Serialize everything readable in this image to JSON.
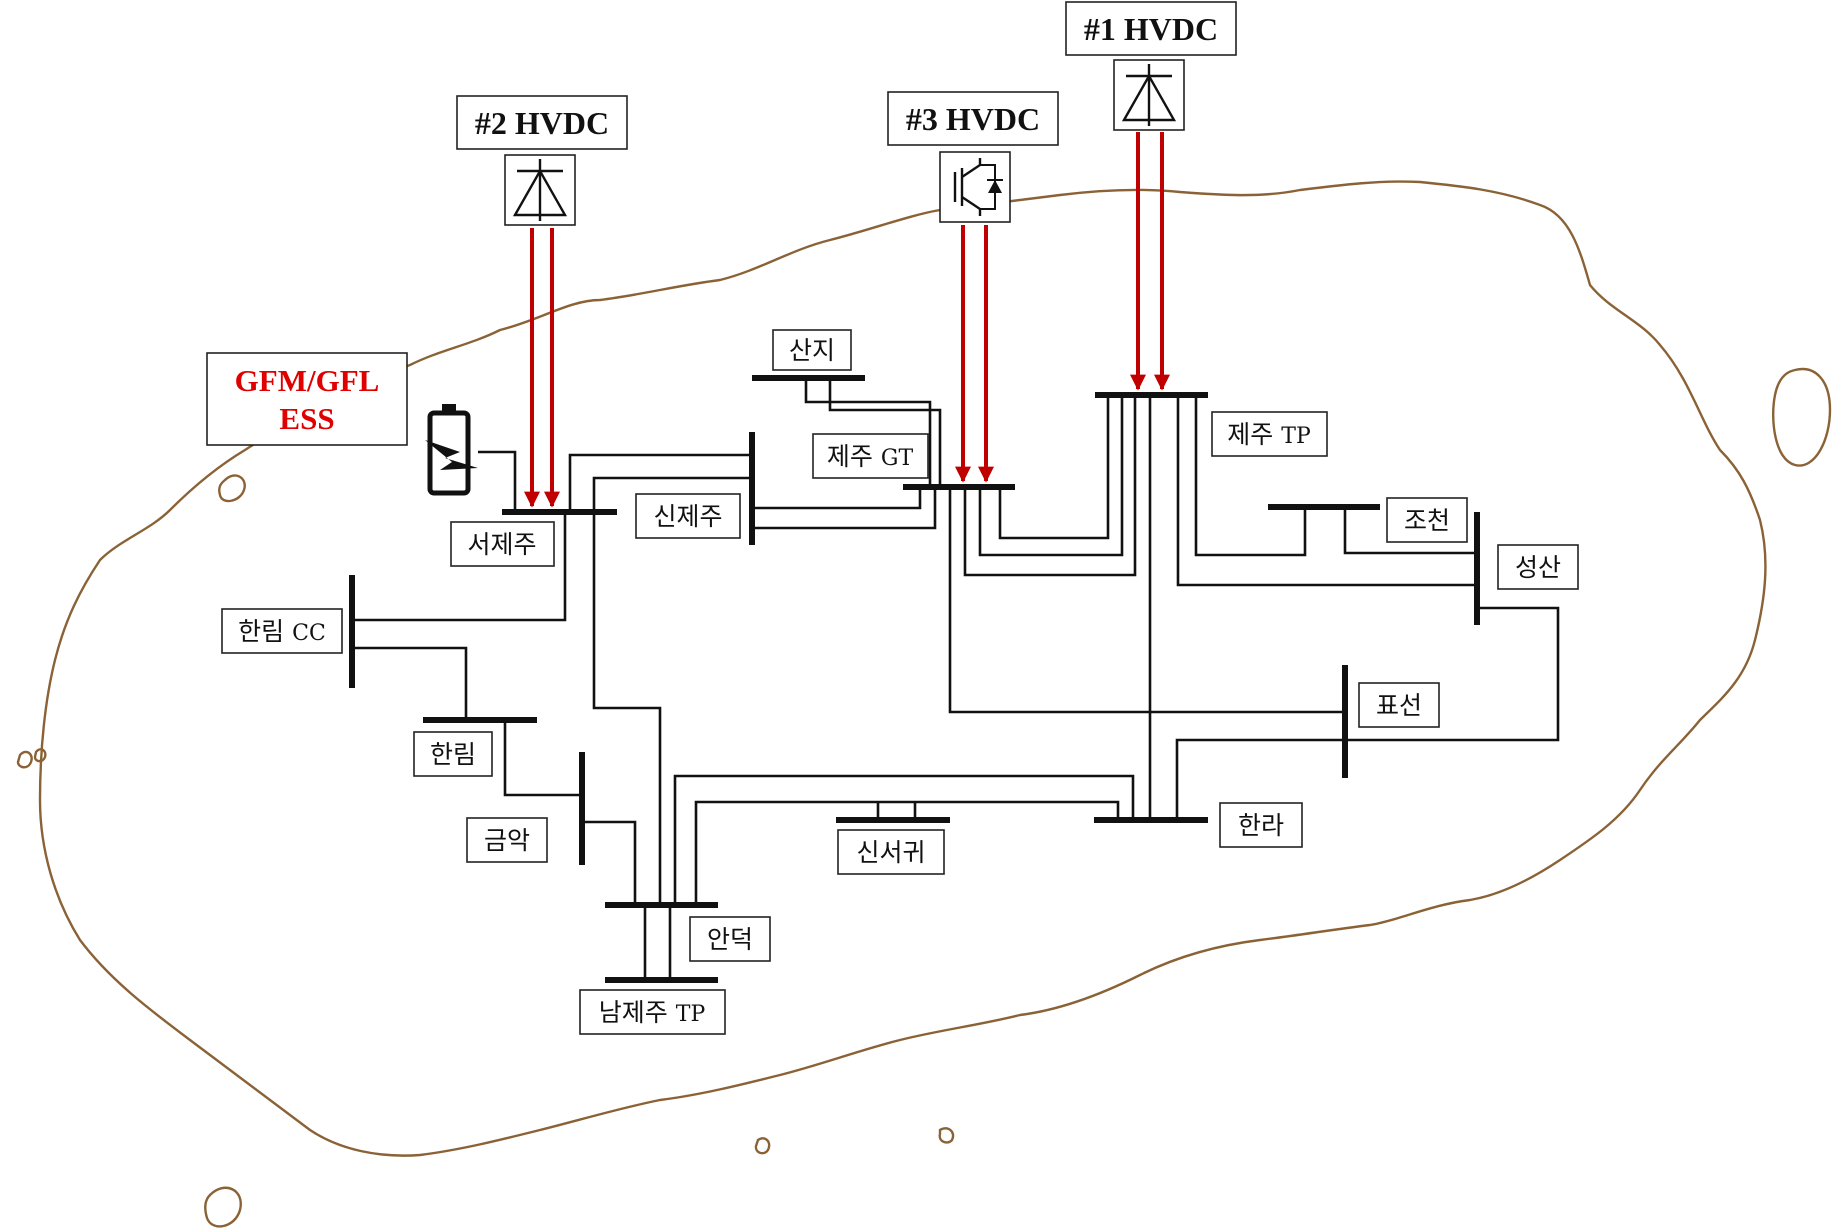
{
  "colors": {
    "coastline": "#8a6236",
    "hvdc_line": "#c00000",
    "ess_label": "#e00000",
    "network": "#111111"
  },
  "hvdc": {
    "h1": {
      "label": "#1 HVDC",
      "icon": "diode-rectifier-icon"
    },
    "h2": {
      "label": "#2 HVDC",
      "icon": "diode-rectifier-icon"
    },
    "h3": {
      "label": "#3 HVDC",
      "icon": "igbt-converter-icon"
    }
  },
  "ess": {
    "line1": "GFM/GFL",
    "line2": "ESS",
    "icon": "battery-charging-icon"
  },
  "buses": {
    "sanji": "산지",
    "jeju_tp_ko": "제주",
    "jeju_tp_en": "TP",
    "jeju_gt_ko": "제주",
    "jeju_gt_en": "GT",
    "sinjeju": "신제주",
    "seojeju": "서제주",
    "jocheon": "조천",
    "seongsan": "성산",
    "hallim_cc_ko": "한림",
    "hallim_cc_en": "CC",
    "pyoseon": "표선",
    "hallim": "한림",
    "geumak": "금악",
    "halla": "한라",
    "sinseogwi": "신서귀",
    "andeok": "안덕",
    "namjeju_tp_ko": "남제주",
    "namjeju_tp_en": "TP"
  }
}
